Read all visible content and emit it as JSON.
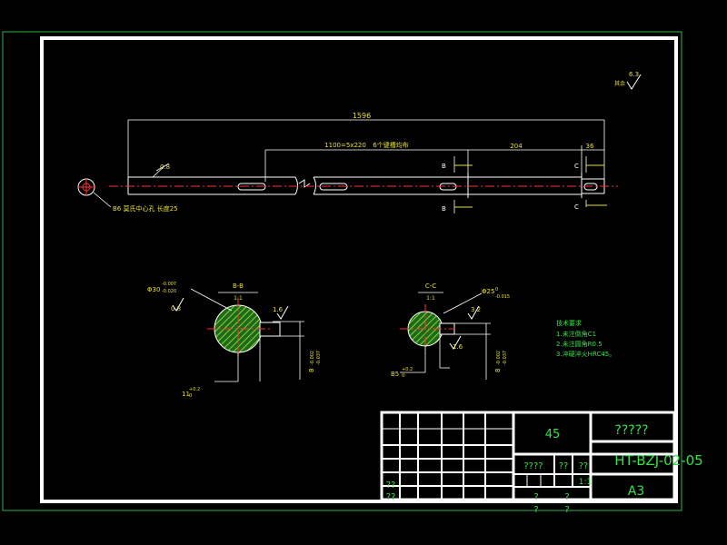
{
  "drawing": {
    "length_label": "1596",
    "slots_label": "1100=5x220",
    "slots_note": "6个键槽均布",
    "dim_204": "204",
    "dim_36": "36",
    "chamfer_label": "0.8",
    "surface_roughness": "6.3",
    "surface_roughness_note": "其余",
    "section_b_marker": "B",
    "section_c_marker": "C",
    "end_note": "B6 莫氏中心孔 长度25",
    "section_bb_title": "B-B",
    "section_bb_scale": "1:1",
    "section_bb_diameter": "Φ30",
    "section_bb_tol_upper": "-0.007",
    "section_bb_tol_lower": "-0.020",
    "section_bb_roughness": "1.6",
    "section_bb_ra": "0.8",
    "section_bb_keyway_depth": "8",
    "section_bb_keyway_tol": "-0.002",
    "section_bb_keyway_tol2": "-0.037",
    "section_bb_width": "11",
    "section_bb_width_tol": "+0.2",
    "section_bb_width_tol2": "0",
    "section_cc_title": "C-C",
    "section_cc_scale": "1:1",
    "section_cc_diameter": "Φ25",
    "section_cc_tol": "0",
    "section_cc_tol2": "-0.015",
    "section_cc_roughness": "3.2",
    "section_cc_ra": "1.6",
    "section_cc_keyway_depth": "8",
    "section_cc_keyway_tol": "-0.002",
    "section_cc_keyway_tol2": "-0.037",
    "section_cc_width": "B5",
    "section_cc_width_tol": "+0.2",
    "section_cc_width_tol2": "0"
  },
  "tech_requirements": {
    "title": "技术要求",
    "items": [
      "1.未注倒角C1",
      "2.未注圆角R0.5",
      "3.淬硬淬火HRC45。"
    ]
  },
  "title_block": {
    "material": "45",
    "name": "?????",
    "drawing_no": "HT-BZJ-02-05",
    "sheet_size": "A3",
    "scale": "1:1",
    "placeholder_a": "????",
    "placeholder_b": "??",
    "placeholder_c": "??",
    "placeholder_d": "?",
    "placeholder_e": "?",
    "placeholder_f": "?",
    "placeholder_g": "?",
    "placeholder_h": "??",
    "placeholder_i": "??"
  }
}
